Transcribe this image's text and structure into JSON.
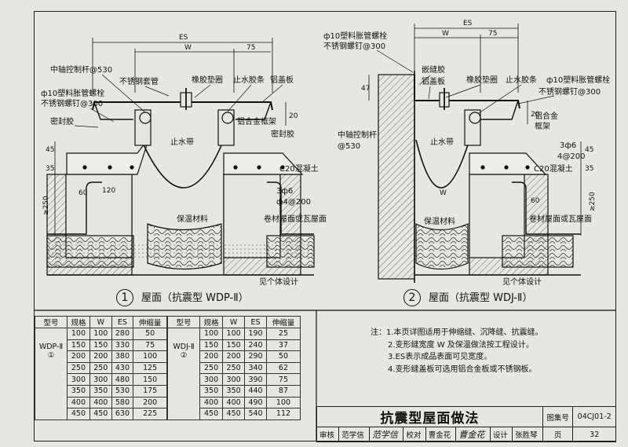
{
  "drawing1": {
    "number": "1",
    "caption": "屋面（抗震型 WDP-Ⅱ）",
    "labels": {
      "rod": "中轴控制杆@530",
      "sleeve": "不锈钢套管",
      "rubber_pad": "橡胶垫圈",
      "water_strip": "止水胶条",
      "al_cover": "铝盖板",
      "bolt1": "ф10塑料胀管螺栓",
      "screw1": "不锈钢螺钉@300",
      "sealant": "密封胶",
      "frame": "铝合金框架",
      "sealant_r": "密封胶",
      "water_belt": "止水带",
      "concrete": "C20混凝土",
      "rebar1": "3ф6",
      "rebar2": "ф4@200",
      "roofing": "卷材屋面或瓦屋面",
      "insulation": "保温材料",
      "see_design": "见个体设计"
    },
    "dims": {
      "es": "ES",
      "w": "W",
      "d75": "75",
      "d20": "20",
      "d45": "45",
      "d35": "35",
      "d60": "60",
      "d120": "120",
      "d250": "≥250"
    }
  },
  "drawing2": {
    "number": "2",
    "caption": "屋面（抗震型 WDJ-Ⅱ）",
    "labels": {
      "bolt_top": "ф10塑料胀管螺栓",
      "screw_top": "不锈钢螺钉@300",
      "embed_glue": "嵌缝胶",
      "al_cover": "铝盖板",
      "rubber_pad": "橡胶垫圈",
      "water_strip": "止水胶条",
      "bolt_r": "ф10塑料胀管螺栓",
      "screw_r": "不锈钢螺钉@300",
      "frame_a": "铝合金",
      "frame_b": "框架",
      "rod_a": "中轴控制杆",
      "rod_b": "@530",
      "water_belt": "止水带",
      "rebar1": "3ф6",
      "rebar2": "4@200",
      "concrete": "C20混凝土",
      "roofing": "卷材屋面或瓦屋面",
      "insulation": "保温材料",
      "see_design": "见个体设计"
    },
    "dims": {
      "es": "ES",
      "w": "W",
      "d75": "75",
      "d47": "47",
      "d20": "20",
      "d45": "45",
      "d35": "35",
      "d60": "60",
      "d250": "≥250",
      "w2": "W"
    }
  },
  "table": {
    "headers": [
      "型号",
      "规格",
      "W",
      "ES",
      "伸缩量"
    ],
    "model1": {
      "name": "WDP-Ⅱ",
      "mark": "①"
    },
    "model2": {
      "name": "WDJ-Ⅱ",
      "mark": "②"
    },
    "rows1": [
      [
        "100",
        "100",
        "280",
        "50"
      ],
      [
        "150",
        "150",
        "330",
        "75"
      ],
      [
        "200",
        "200",
        "380",
        "100"
      ],
      [
        "250",
        "250",
        "430",
        "125"
      ],
      [
        "300",
        "300",
        "480",
        "150"
      ],
      [
        "350",
        "350",
        "530",
        "175"
      ],
      [
        "400",
        "400",
        "580",
        "200"
      ],
      [
        "450",
        "450",
        "630",
        "225"
      ]
    ],
    "rows2": [
      [
        "100",
        "100",
        "190",
        "25"
      ],
      [
        "150",
        "150",
        "240",
        "37"
      ],
      [
        "200",
        "200",
        "290",
        "50"
      ],
      [
        "250",
        "250",
        "340",
        "62"
      ],
      [
        "300",
        "300",
        "390",
        "75"
      ],
      [
        "350",
        "350",
        "440",
        "87"
      ],
      [
        "400",
        "400",
        "490",
        "100"
      ],
      [
        "450",
        "450",
        "540",
        "112"
      ]
    ]
  },
  "notes": [
    "注：1.本页详图适用于伸缩缝、沉降缝、抗震缝。",
    "2.变形缝宽度 W 及保温做法按工程设计。",
    "3.ES表示成品表面可见宽度。",
    "4.变形缝盖板可选用铝合金板或不锈钢板。"
  ],
  "title_block": {
    "title": "抗震型屋面做法",
    "atlas_label": "图集号",
    "atlas_no": "04CJ01-2",
    "review_label": "审核",
    "reviewer": "范学信",
    "check_label": "校对",
    "checker": "曹金花",
    "design_label": "设计",
    "designer": "张胜琴",
    "page_label": "页",
    "page_no": "32"
  }
}
